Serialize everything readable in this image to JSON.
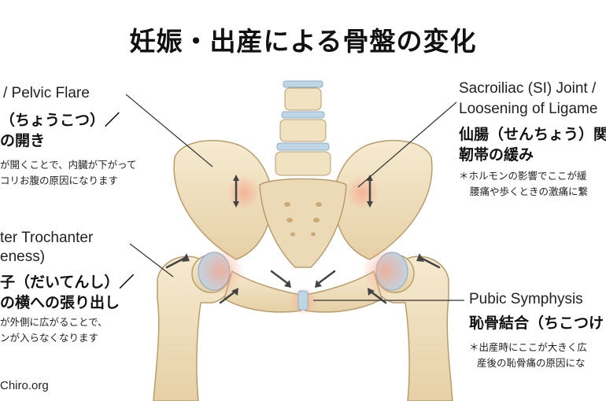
{
  "title": "妊娠・出産による骨盤の変化",
  "labels": {
    "pelvic_flare": {
      "en": "/ Pelvic Flare",
      "jp1": "（ちょうこつ）／",
      "jp2": "の開き",
      "note1": "が開くことで、内臓が下がって",
      "note2": "コリお腹の原因になります"
    },
    "trochanter": {
      "en1": "ter Trochanter",
      "en2": "eness)",
      "jp1": "子（だいてんし）／",
      "jp2": "の横への張り出し",
      "note1": "が外側に広がることで、",
      "note2": "ンが入らなくなります"
    },
    "si_joint": {
      "en1": "Sacroiliac (SI) Joint /",
      "en2": "Loosening of Ligame",
      "jp1": "仙腸（せんちょう）関",
      "jp2": "靭帯の緩み",
      "note1": "＊ホルモンの影響でここが緩",
      "note2": "腰痛や歩くときの激痛に繋"
    },
    "pubic": {
      "en": "Pubic Symphysis",
      "jp": "恥骨結合（ちこつけ",
      "note1": "＊出産時にここが大きく広",
      "note2": "産後の恥骨痛の原因にな"
    }
  },
  "footer": "Chiro.org",
  "colors": {
    "bone": "#f1e2c2",
    "bone_shadow": "#d9c398",
    "cartilage": "#bfd6e6",
    "inflammation": "#f5b8a0",
    "leader": "#333333"
  }
}
